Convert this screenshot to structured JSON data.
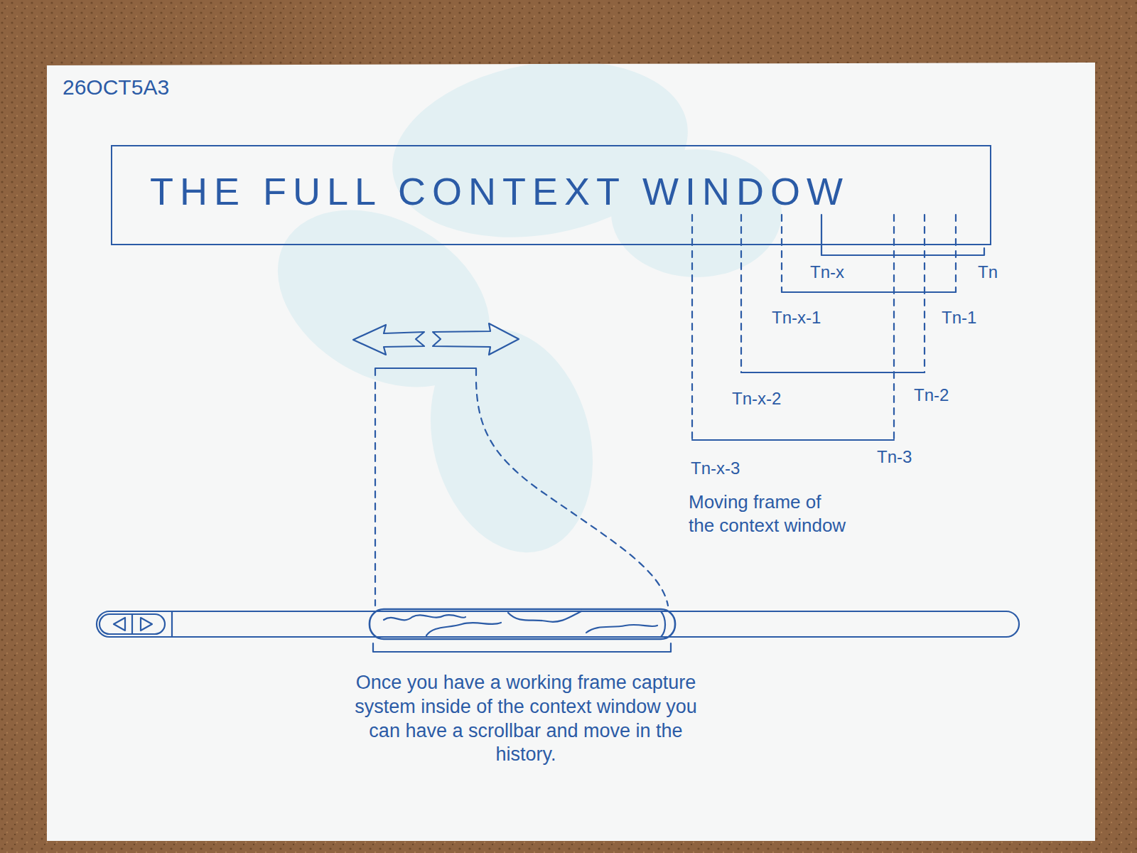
{
  "diagram": {
    "nodes": [
      {
        "text": [
          "THE FULL CONTEXT WINDOW"
        ]
      }
    ],
    "labels": [
      "26OCT5A3",
      "Tn-x",
      "Tn",
      "Tn-x-1",
      "Tn-1",
      "Tn-x-2",
      "Tn-2",
      "Tn-x-3",
      "Tn-3",
      "Moving frame of the context window",
      "Once you have a working frame capture system inside of the context window you can have a scrollbar and move in the history."
    ]
  }
}
